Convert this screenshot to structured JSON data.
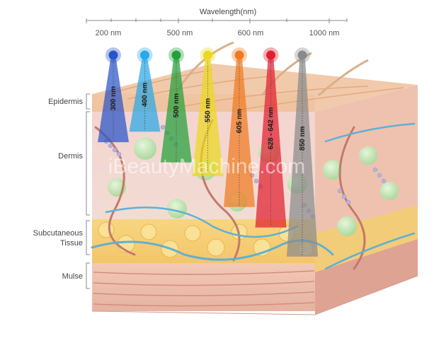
{
  "axis": {
    "title": "Wavelength(nm)",
    "ticks": [
      "200 nm",
      "500 nm",
      "600 nm",
      "1000 nm"
    ]
  },
  "layers": [
    "Epidermis",
    "Dermis",
    "Subcutaneous",
    "Tissue",
    "Mulse"
  ],
  "watermark": "iBeautyMachine.com",
  "beams": [
    {
      "label": "300 nm",
      "color": "#2a55c8",
      "depth": 0.24
    },
    {
      "label": "400 nm",
      "color": "#2aa8e8",
      "depth": 0.22
    },
    {
      "label": "500 nm",
      "color": "#22a03a",
      "depth": 0.4
    },
    {
      "label": "550 nm",
      "color": "#ecd820",
      "depth": 0.48
    },
    {
      "label": "605 nm",
      "color": "#f07a20",
      "depth": 0.66
    },
    {
      "label": "628 - 642 nm",
      "color": "#e02030",
      "depth": 0.78
    },
    {
      "label": "850 nm",
      "color": "#8a8a8a",
      "depth": 0.95
    }
  ]
}
